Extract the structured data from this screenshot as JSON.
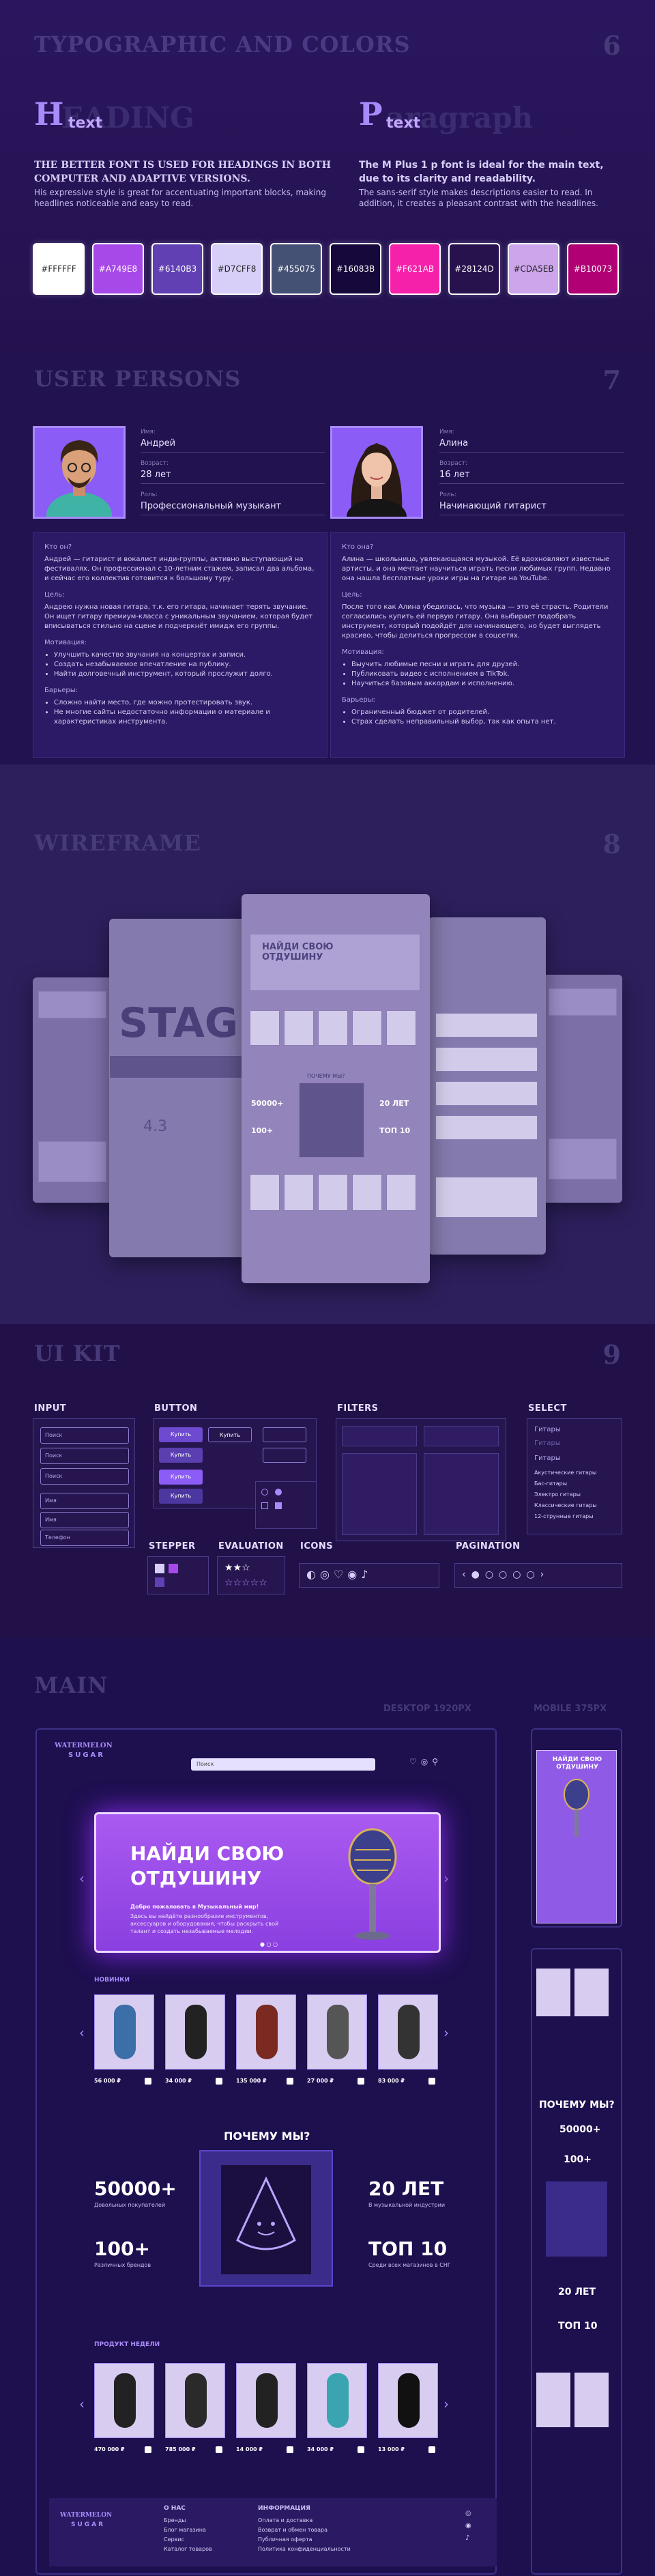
{
  "sections": {
    "typography": {
      "title": "TYPOGRAPHIC AND COLORS",
      "num": "6"
    },
    "personas": {
      "title": "USER PERSONS",
      "num": "7"
    },
    "wireframe": {
      "title": "WIREFRAME",
      "num": "8"
    },
    "uikit": {
      "title": "UI KIT",
      "num": "9"
    },
    "main": {
      "title": "MAIN",
      "desktop_label": "DESKTOP 1920PX",
      "mobile_label": "MOBILE 375PX"
    }
  },
  "typography": {
    "heading_letter": "H",
    "heading_small": "text",
    "heading_ghost": "EADING",
    "paragraph_letter": "P",
    "paragraph_small": "text",
    "paragraph_ghost": "aragraph",
    "left_title": "THE BETTER FONT IS USED FOR HEADINGS IN BOTH COMPUTER AND ADAPTIVE VERSIONS.",
    "left_body": "His expressive style is great for accentuating important blocks, making headlines noticeable and easy to read.",
    "right_title": "The M Plus 1 p font is ideal for the main text, due to its clarity and readability.",
    "right_body": "The sans-serif style makes descriptions easier to read. In addition, it creates a pleasant contrast with the headlines."
  },
  "colors": [
    "#FFFFFF",
    "#A749E8",
    "#6140B3",
    "#D7CFF8",
    "#455075",
    "#16083B",
    "#F621AB",
    "#28124D",
    "#CDA5EB",
    "#B10073"
  ],
  "personas": [
    {
      "name_label": "Имя:",
      "name": "Андрей",
      "age_label": "Возраст:",
      "age": "28 лет",
      "role_label": "Роль:",
      "role": "Профессиональный музыкант",
      "who_h": "Кто он?",
      "who": "Андрей — гитарист и вокалист инди-группы, активно выступающий на фестивалях. Он профессионал с 10-летним стажем, записал два альбома, и сейчас его коллектив готовится к большому туру.",
      "goal_h": "Цель:",
      "goal": "Андрею нужна новая гитара, т.к. его гитара, начинает терять звучание. Он ищет гитару премиум-класса с уникальным звучанием, которая будет вписываться стильно на сцене и подчеркнёт имидж его группы.",
      "motiv_h": "Мотивация:",
      "motiv": [
        "Улучшить качество звучания на концертах и записи.",
        "Создать незабываемое впечатление на публику.",
        "Найти долговечный инструмент, который прослужит долго."
      ],
      "barrier_h": "Барьеры:",
      "barrier": [
        "Сложно найти место, где можно протестировать звук.",
        "Не многие сайты недостаточно информации о материале и характеристиках инструмента."
      ]
    },
    {
      "name_label": "Имя:",
      "name": "Алина",
      "age_label": "Возраст:",
      "age": "16 лет",
      "role_label": "Роль:",
      "role": "Начинающий гитарист",
      "who_h": "Кто она?",
      "who": "Алина — школьница, увлекающаяся музыкой. Её вдохновляют известные артисты, и она мечтает научиться играть песни любимых групп. Недавно она нашла бесплатные уроки игры на гитаре на YouTube.",
      "goal_h": "Цель:",
      "goal": "После того как Алина убедилась, что музыка — это её страсть. Родители согласились купить ей первую гитару. Она выбирает подобрать инструмент, который подойдёт для начинающего, но будет выглядеть красиво, чтобы делиться прогрессом в соцсетях.",
      "motiv_h": "Мотивация:",
      "motiv": [
        "Выучить любимые песни и играть для друзей.",
        "Публиковать видео с исполнением в TikTok.",
        "Научиться базовым аккордам и исполнению."
      ],
      "barrier_h": "Барьеры:",
      "barrier": [
        "Ограниченный бюджет от родителей.",
        "Страх сделать неправильный выбор, так как опыта нет."
      ]
    }
  ],
  "wireframe": {
    "hero_text": "НАЙДИ СВОЮ ОТДУШИНУ",
    "stage_text": "STAG",
    "why_text": "ПОЧЕМУ МЫ?",
    "stat1": "50000+",
    "stat2": "20 ЛЕТ",
    "stat3": "100+",
    "stat4": "ТОП 10",
    "rating": "4.3"
  },
  "uikit": {
    "input_h": "INPUT",
    "button_h": "BUTTON",
    "filters_h": "FILTERS",
    "select_h": "SELECT",
    "stepper_h": "STEPPER",
    "evaluation_h": "EVALUATION",
    "icons_h": "ICONS",
    "pagination_h": "PAGINATION",
    "select_items": [
      "Гитары",
      "Гитары",
      "Гитары",
      "Акустические гитары",
      "Бас-гитары",
      "Электро гитары",
      "Классические гитары",
      "12-струнные гитары"
    ],
    "btn_labels": [
      "Купить",
      "Купить",
      "Купить",
      "Купить",
      "Купить"
    ],
    "inputs": [
      "Поиск",
      "Поиск",
      "Поиск",
      "Имя",
      "Имя",
      "Телефон"
    ]
  },
  "main": {
    "logo_top": "WATERMELON",
    "logo_bottom": "SUGAR",
    "search_placeholder": "Поиск",
    "hero_title": "НАЙДИ СВОЮ ОТДУШИНУ",
    "hero_sub1": "Добро пожаловать в Музыкальный мир!",
    "hero_sub2": "Здесь вы найдёте разнообразие инструментов, аксессуаров и оборудования, чтобы раскрыть свой талант и создать незабываемые мелодии.",
    "new_h": "НОВИНКИ",
    "prices_new": [
      "56 000 ₽",
      "34 000 ₽",
      "135 000 ₽",
      "27 000 ₽",
      "83 000 ₽"
    ],
    "why_h": "ПОЧЕМУ МЫ?",
    "stats": [
      {
        "num": "50000+",
        "lbl": "Довольных покупателей"
      },
      {
        "num": "20 ЛЕТ",
        "lbl": "В музыкальной индустрии"
      },
      {
        "num": "100+",
        "lbl": "Различных брендов"
      },
      {
        "num": "ТОП 10",
        "lbl": "Среди всех магазинов в СНГ"
      }
    ],
    "products_h": "ПРОДУКТ НЕДЕЛИ",
    "prices_week": [
      "470 000 ₽",
      "785 000 ₽",
      "14 000 ₽",
      "34 000 ₽",
      "13 000 ₽"
    ],
    "footer_about_h": "О НАС",
    "footer_about": [
      "Бренды",
      "Блог магазина",
      "Сервис",
      "Каталог товаров"
    ],
    "footer_info_h": "ИНФОРМАЦИЯ",
    "footer_info": [
      "Оплата и доставка",
      "Возврат и обмен товара",
      "Публичная оферта",
      "Политика конфиденциальности"
    ],
    "mobile_hero": "НАЙДИ СВОЮ ОТДУШИНУ",
    "mobile_why": "ПОЧЕМУ МЫ?",
    "mobile_stats": [
      "50000+",
      "100+",
      "20 ЛЕТ",
      "ТОП 10"
    ]
  }
}
